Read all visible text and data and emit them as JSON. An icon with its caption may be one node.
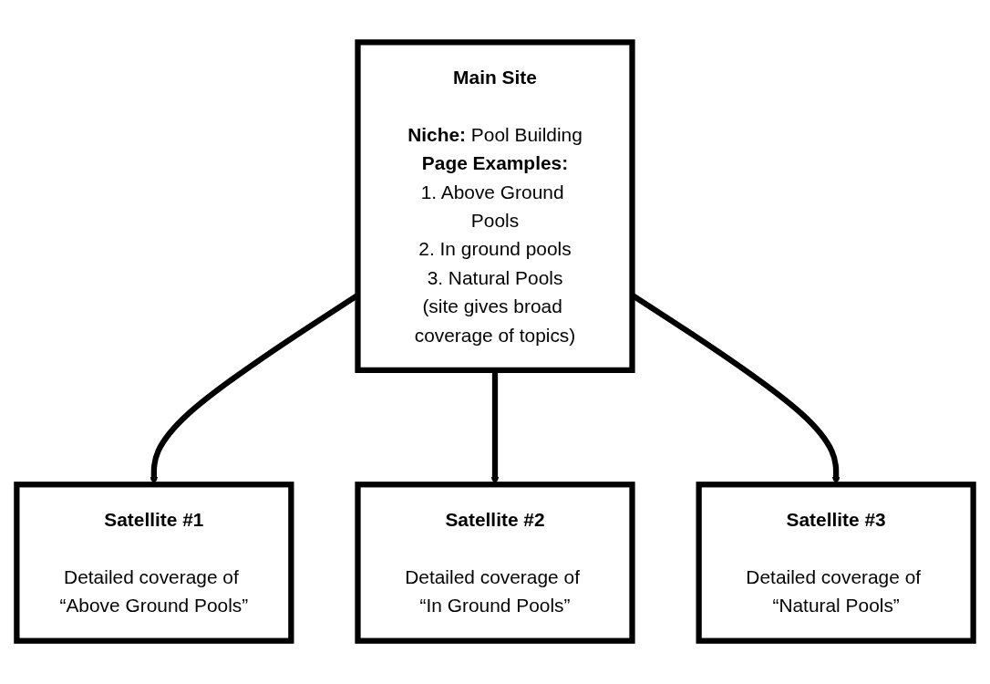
{
  "diagram": {
    "nodes": [
      {
        "text": [
          "Main Site",
          "**Niche:** Pool Building",
          "**Page Examples:**",
          "1. Above Ground Pools",
          "2. In ground pools",
          "3. Natural Pools",
          "(site gives broad coverage of topics)"
        ]
      },
      {
        "text": [
          "Satellite #1",
          "Detailed coverage of “Above Ground Pools”"
        ]
      },
      {
        "text": [
          "Satellite #2",
          "Detailed coverage of “In Ground Pools”"
        ]
      },
      {
        "text": [
          "Satellite #3",
          "Detailed coverage of “Natural Pools”"
        ]
      }
    ],
    "edges": [
      {
        "from": 0,
        "to": 1,
        "arrow": "to"
      },
      {
        "from": 0,
        "to": 2,
        "arrow": "to"
      },
      {
        "from": 0,
        "to": 3,
        "arrow": "to"
      }
    ]
  }
}
